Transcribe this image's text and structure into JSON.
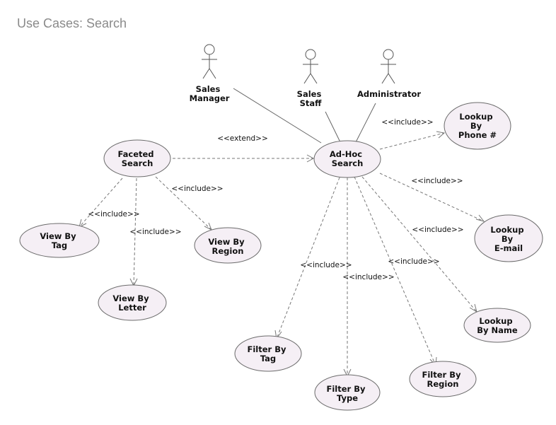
{
  "title": "Use Cases: Search",
  "actors": {
    "sales_manager": [
      "Sales",
      "Manager"
    ],
    "sales_staff": [
      "Sales",
      "Staff"
    ],
    "administrator": [
      "Administrator"
    ]
  },
  "use_cases": {
    "faceted_search": [
      "Faceted",
      "Search"
    ],
    "adhoc_search": [
      "Ad-Hoc",
      "Search"
    ],
    "lookup_phone": [
      "Lookup",
      "By",
      "Phone #"
    ],
    "lookup_email": [
      "Lookup",
      "By",
      "E-mail"
    ],
    "lookup_name": [
      "Lookup",
      "By Name"
    ],
    "view_tag": [
      "View By",
      "Tag"
    ],
    "view_letter": [
      "View By",
      "Letter"
    ],
    "view_region": [
      "View By",
      "Region"
    ],
    "filter_tag": [
      "Filter By",
      "Tag"
    ],
    "filter_type": [
      "Filter By",
      "Type"
    ],
    "filter_region": [
      "Filter By",
      "Region"
    ]
  },
  "relations": {
    "extend": "<<extend>>",
    "include": "<<include>>"
  }
}
